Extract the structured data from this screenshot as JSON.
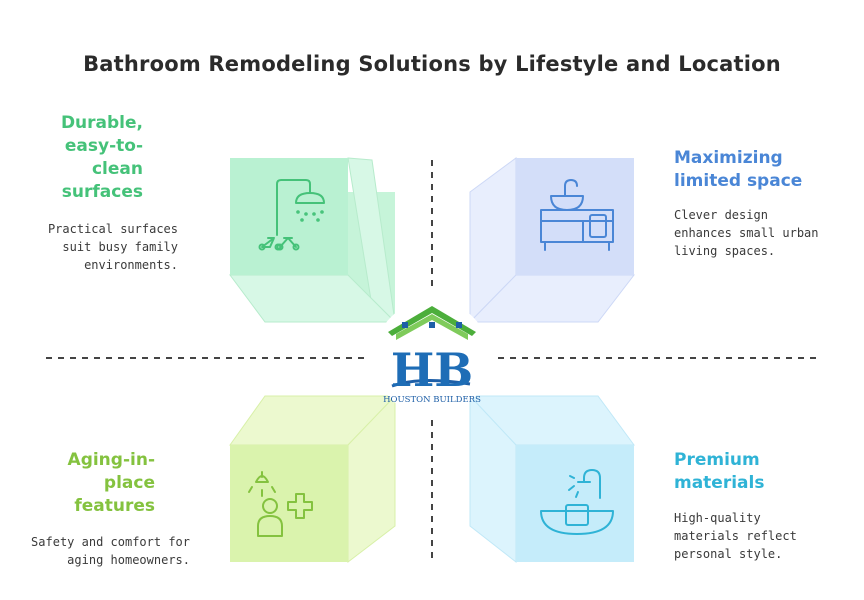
{
  "title": "Bathroom Remodeling Solutions by Lifestyle and Location",
  "quadrants": {
    "top_left": {
      "heading": "Durable, easy-to-clean surfaces",
      "description": "Practical surfaces suit busy family environments.",
      "icon": "shower-icon",
      "color": "#45c279"
    },
    "top_right": {
      "heading": "Maximizing limited space",
      "description": "Clever design enhances small urban living spaces.",
      "icon": "vanity-sink-icon",
      "color": "#4a86d6"
    },
    "bottom_left": {
      "heading": "Aging-in-place features",
      "description": "Safety and comfort for aging homeowners.",
      "icon": "person-safety-icon",
      "color": "#84c23f"
    },
    "bottom_right": {
      "heading": "Premium materials",
      "description": "High-quality materials reflect personal style.",
      "icon": "basin-faucet-icon",
      "color": "#2fb3d6"
    }
  },
  "logo": {
    "initials": "HB",
    "company": "HOUSTON BUILDERS"
  }
}
